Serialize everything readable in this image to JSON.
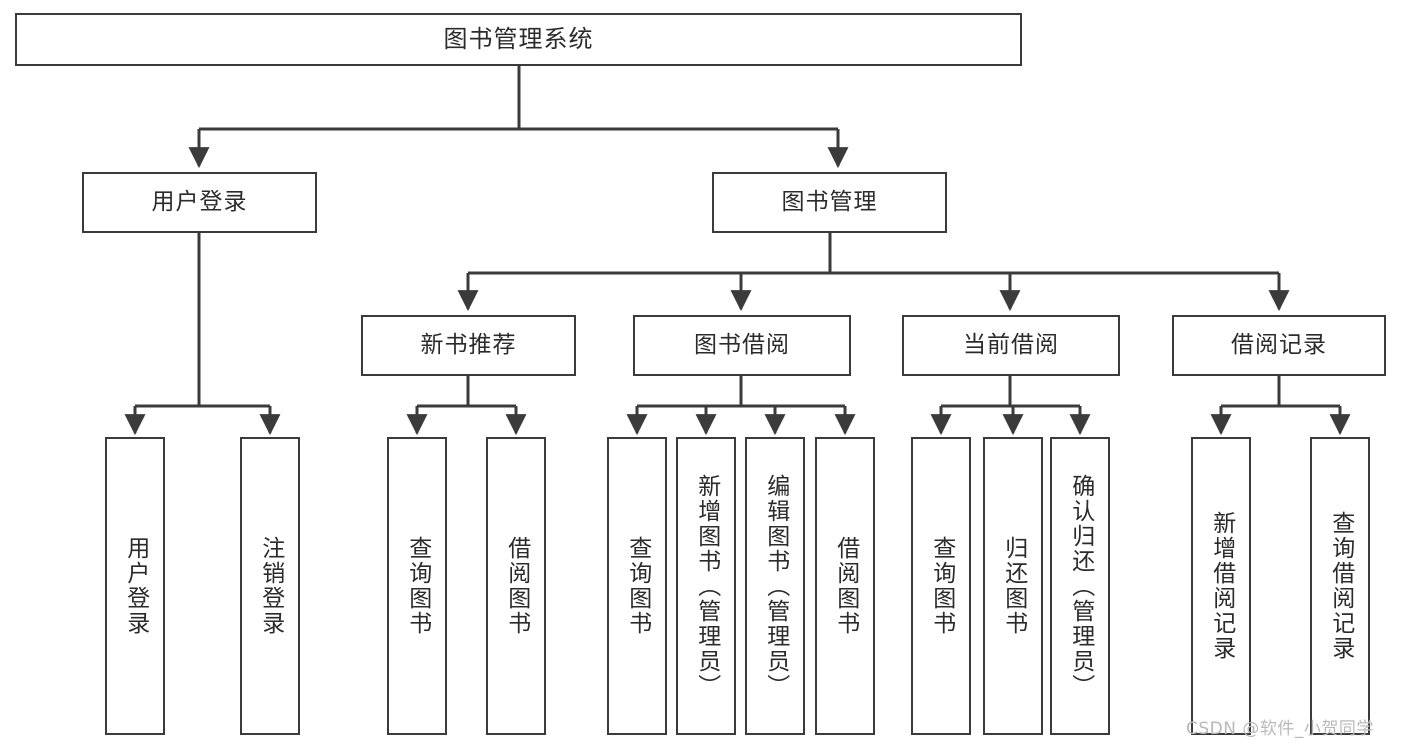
{
  "diagram": {
    "title": "图书管理系统",
    "watermark": "CSDN @软件_小贺同学",
    "line_color": "#3b3b3b",
    "text_color": "#2b2b2b",
    "background": "#ffffff",
    "root": {
      "label": "图书管理系统"
    },
    "level2": [
      {
        "label": "用户登录"
      },
      {
        "label": "图书管理"
      }
    ],
    "level3": [
      {
        "label": "新书推荐"
      },
      {
        "label": "图书借阅"
      },
      {
        "label": "当前借阅"
      },
      {
        "label": "借阅记录"
      }
    ],
    "leaves": [
      {
        "label": "用户登录",
        "parent": "用户登录"
      },
      {
        "label": "注销登录",
        "parent": "用户登录"
      },
      {
        "label": "查询图书",
        "parent": "新书推荐"
      },
      {
        "label": "借阅图书",
        "parent": "新书推荐"
      },
      {
        "label": "查询图书",
        "parent": "图书借阅"
      },
      {
        "label": "新增图书（管理员）",
        "parent": "图书借阅"
      },
      {
        "label": "编辑图书（管理员）",
        "parent": "图书借阅"
      },
      {
        "label": "借阅图书",
        "parent": "图书借阅"
      },
      {
        "label": "查询图书",
        "parent": "当前借阅"
      },
      {
        "label": "归还图书",
        "parent": "当前借阅"
      },
      {
        "label": "确认归还（管理员）",
        "parent": "当前借阅"
      },
      {
        "label": "新增借阅记录",
        "parent": "借阅记录"
      },
      {
        "label": "查询借阅记录",
        "parent": "借阅记录"
      }
    ]
  }
}
